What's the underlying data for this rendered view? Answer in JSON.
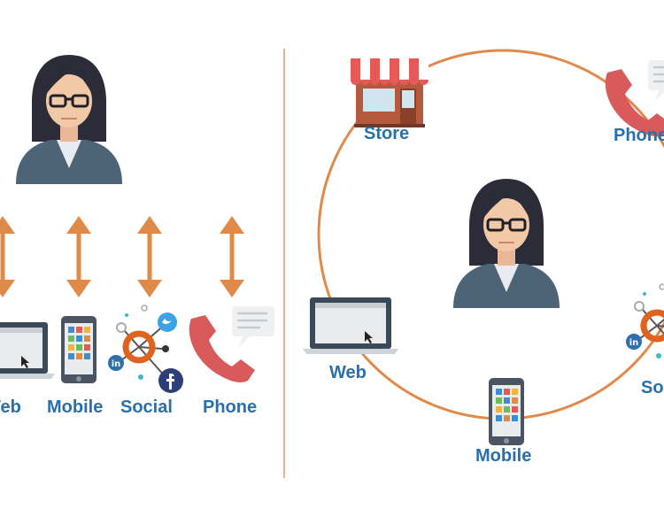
{
  "colors": {
    "accent_orange": "#e08a4a",
    "label_blue": "#2a6fa8",
    "hair": "#2c2c38",
    "skin": "#f2c9a7",
    "suit": "#4c6476",
    "shirt": "#e8ecf0",
    "phone_red": "#d85a5a",
    "store_stripe": "#e55a57",
    "divider": "#d99a6c"
  },
  "left_panel": {
    "channels": [
      {
        "label": "Web",
        "icon": "laptop-icon"
      },
      {
        "label": "Mobile",
        "icon": "smartphone-icon"
      },
      {
        "label": "Social",
        "icon": "social-network-icon"
      },
      {
        "label": "Phone",
        "icon": "telephone-icon"
      }
    ]
  },
  "right_panel": {
    "channels": [
      {
        "label": "Store",
        "icon": "storefront-icon"
      },
      {
        "label": "Phone",
        "icon": "telephone-icon"
      },
      {
        "label": "Web",
        "icon": "laptop-icon"
      },
      {
        "label": "Mobile",
        "icon": "smartphone-icon"
      },
      {
        "label": "Social",
        "icon": "social-network-icon"
      }
    ]
  }
}
